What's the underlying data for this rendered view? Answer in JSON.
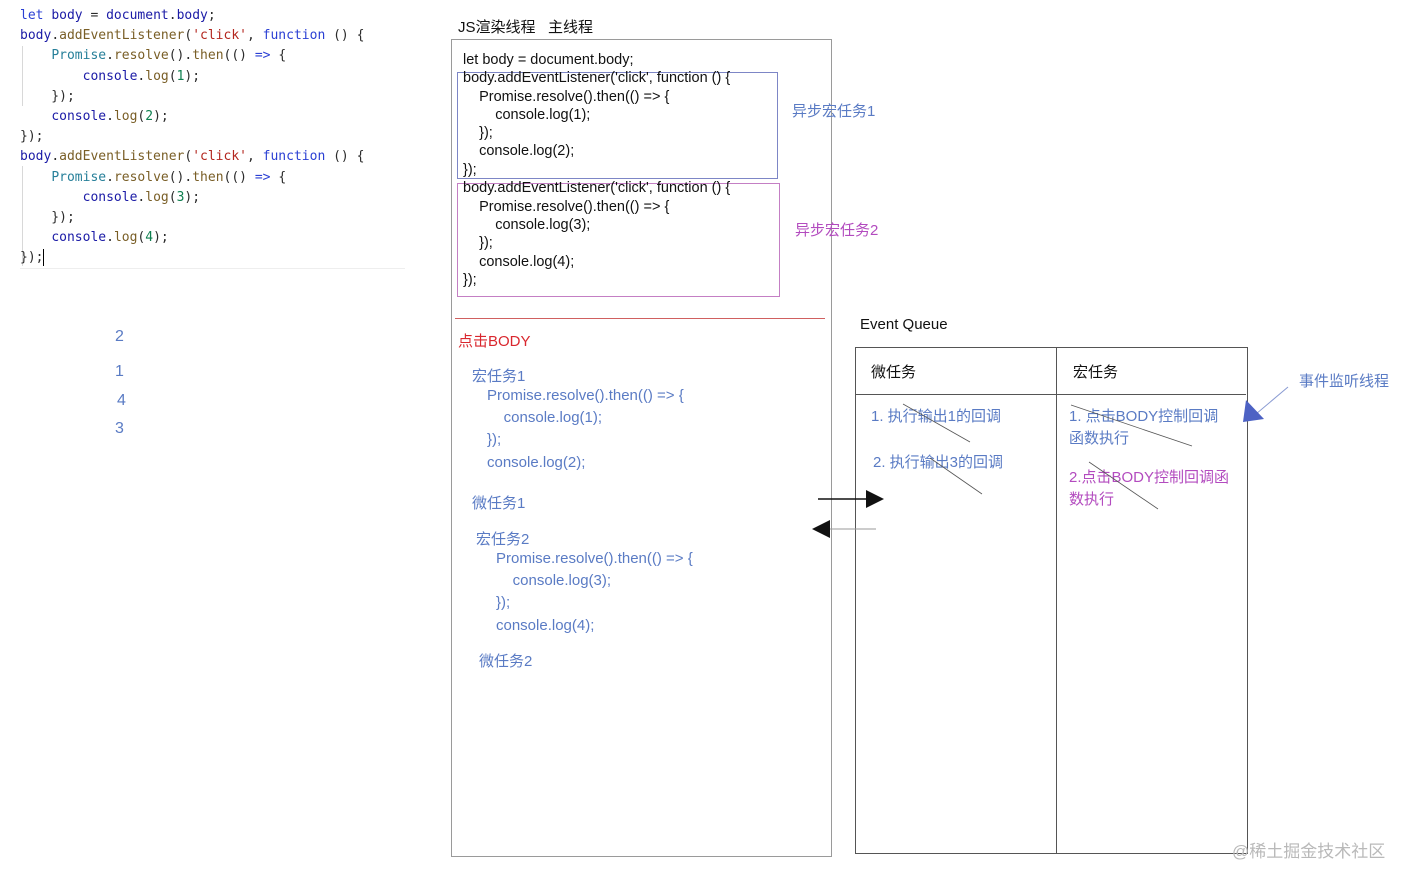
{
  "code_editor": {
    "lines": [
      "let body = document.body;",
      "body.addEventListener('click', function () {",
      "    Promise.resolve().then(() => {",
      "        console.log(1);",
      "    });",
      "    console.log(2);",
      "});",
      "body.addEventListener('click', function () {",
      "    Promise.resolve().then(() => {",
      "        console.log(3);",
      "    });",
      "    console.log(4);",
      "});"
    ]
  },
  "output": [
    "2",
    "1",
    "4",
    "3"
  ],
  "main_thread": {
    "title": "JS渲染线程   主线程",
    "code_lines": [
      "let body = document.body;",
      "body.addEventListener('click', function () {",
      "    Promise.resolve().then(() => {",
      "        console.log(1);",
      "    });",
      "    console.log(2);",
      "});",
      "body.addEventListener('click', function () {",
      "    Promise.resolve().then(() => {",
      "        console.log(3);",
      "    });",
      "    console.log(4);",
      "});"
    ],
    "async_task_1_label": "异步宏任务1",
    "async_task_2_label": "异步宏任务2",
    "click_label": "点击BODY",
    "execution": [
      "宏任务1",
      "Promise.resolve().then(() => {",
      "    console.log(1);",
      "});",
      "console.log(2);",
      "微任务1",
      "宏任务2",
      "Promise.resolve().then(() => {",
      "    console.log(3);",
      "});",
      "console.log(4);",
      "微任务2"
    ]
  },
  "event_queue": {
    "title": "Event Queue",
    "micro_header": "微任务",
    "macro_header": "宏任务",
    "micro_items": [
      "1. 执行输出1的回调",
      "2. 执行输出3的回调"
    ],
    "macro_items": [
      [
        "1. 点击BODY控制回调",
        "函数执行"
      ],
      [
        "2.点击BODY控制回调函",
        "数执行"
      ]
    ]
  },
  "listener_label": "事件监听线程",
  "watermark": "@稀土掘金技术社区",
  "colors": {
    "blue_text": "#5a7bc4",
    "purple_text": "#b34bbf",
    "red_text": "#d9272e",
    "task1_border": "#7d86c6",
    "task2_border": "#c47fc4"
  }
}
